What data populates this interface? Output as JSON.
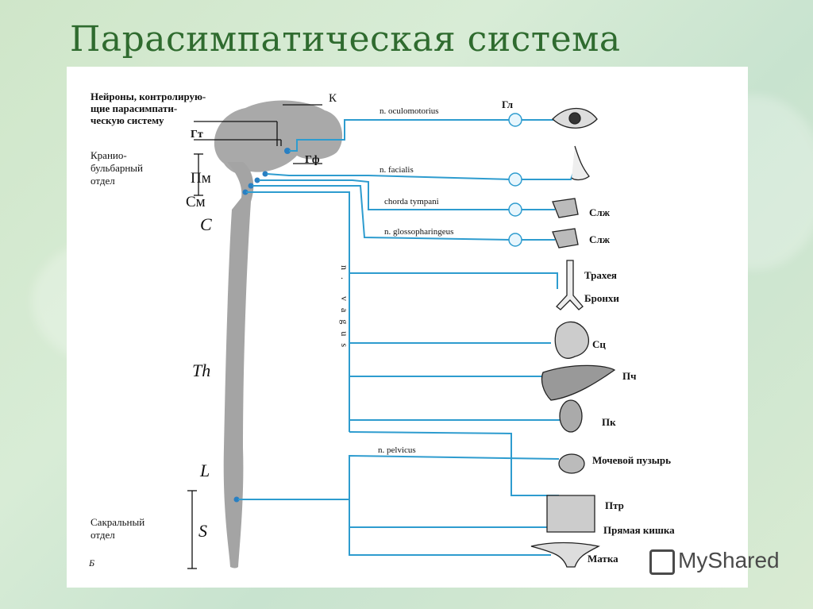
{
  "title": "Парасимпатическая система",
  "labels": {
    "neurons": [
      "Нейроны, контролирую-",
      "щие парасимпати-",
      "ческую систему"
    ],
    "cranio": [
      "Кранио-",
      "бульбарный",
      "отдел"
    ],
    "sacral": [
      "Сакральный",
      "отдел"
    ],
    "K": "К",
    "Gt": "Гт",
    "Gf": "Гф",
    "Pm": "Пм",
    "Sm": "См",
    "C": "C",
    "Th": "Th",
    "L": "L",
    "S": "S",
    "fig": "Б",
    "vagus": "n. vagus"
  },
  "nerves": [
    "n. oculomotorius",
    "n. facialis",
    "chorda tympani",
    "n. glossopharingeus",
    "n. pelvicus"
  ],
  "organs": {
    "gl": "Гл",
    "slzh1": "Слж",
    "slzh2": "Слж",
    "trachea": "Трахея",
    "bronchi": "Бронхи",
    "heart": "Сц",
    "liver": "Пч",
    "kidney": "Пк",
    "bladder": "Мочевой пузырь",
    "intestine": "Птр",
    "rectum": "Прямая кишка",
    "uterus": "Матка"
  },
  "watermark": "MyShared",
  "colors": {
    "nerve": "#2e9ccf",
    "cord": "#9a9a9a",
    "title": "#2f6b2f"
  }
}
